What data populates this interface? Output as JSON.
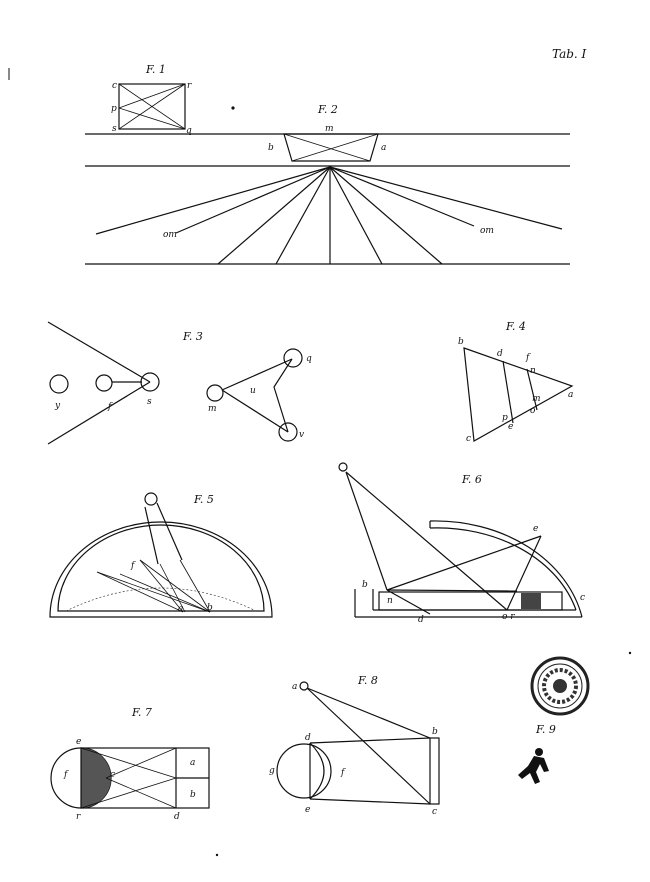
{
  "plate": {
    "label": "Tab. I"
  },
  "figures": {
    "f1": {
      "title": "F. 1",
      "labels": [
        "c",
        "r",
        "p",
        "s",
        "q"
      ]
    },
    "f2": {
      "title": "F. 2",
      "labels": [
        "m",
        "b",
        "a",
        "om",
        "om"
      ]
    },
    "f3": {
      "title": "F. 3",
      "labels": [
        "y",
        "f",
        "s",
        "q",
        "u",
        "m",
        "v"
      ]
    },
    "f4": {
      "title": "F. 4",
      "labels": [
        "b",
        "d",
        "f",
        "n",
        "a",
        "m",
        "p",
        "o",
        "c",
        "e"
      ]
    },
    "f5": {
      "title": "F. 5",
      "labels": [
        "f",
        "a",
        "b"
      ]
    },
    "f6": {
      "title": "F. 6",
      "labels": [
        "e",
        "b",
        "n",
        "d",
        "c",
        "o r"
      ]
    },
    "f7": {
      "title": "F. 7",
      "labels": [
        "e",
        "f",
        "c",
        "r",
        "d",
        "a",
        "b"
      ]
    },
    "f8": {
      "title": "F. 8",
      "labels": [
        "a",
        "d",
        "b",
        "g",
        "f",
        "e",
        "c"
      ]
    },
    "f9": {
      "title": "F. 9"
    }
  }
}
